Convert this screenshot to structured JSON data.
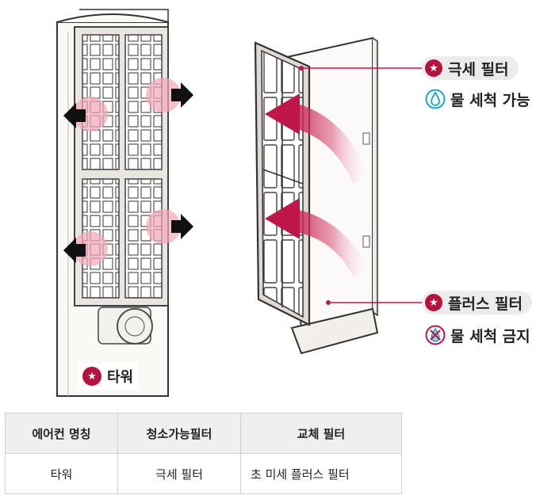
{
  "callouts": {
    "fine_filter": {
      "label": "극세 필터",
      "note": "물 세척 가능",
      "note_icon": "water-drop-icon"
    },
    "plus_filter": {
      "label": "플러스 필터",
      "note": "물 세척 금지",
      "note_icon": "no-water-icon"
    },
    "tower": {
      "label": "타워"
    }
  },
  "colors": {
    "accent": "#b5123e",
    "arrow_body": "#c0174a",
    "pill_bg": "#ececec",
    "drop_cyan": "#1ba8c4"
  },
  "table": {
    "headers": [
      "에어컨 명칭",
      "청소가능필터",
      "교체 필터"
    ],
    "rows": [
      [
        "타워",
        "극세 필터",
        "초 미세 플러스 필터"
      ]
    ]
  }
}
